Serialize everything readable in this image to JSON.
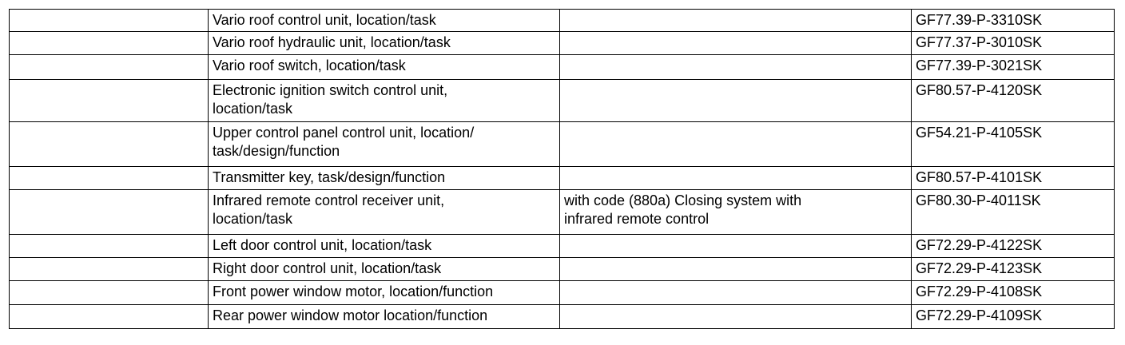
{
  "rows": [
    {
      "col1": "",
      "description": "Vario roof control unit, location/task",
      "condition": "",
      "document": "GF77.39-P-3310SK"
    },
    {
      "col1": "",
      "description": "Vario roof hydraulic unit, location/task",
      "condition": "",
      "document": "GF77.37-P-3010SK"
    },
    {
      "col1": "",
      "description": "Vario roof switch, location/task",
      "condition": "",
      "document": "GF77.39-P-3021SK"
    },
    {
      "col1": "",
      "description": "Electronic ignition switch control unit,\nlocation/task",
      "condition": "",
      "document": "GF80.57-P-4120SK"
    },
    {
      "col1": "",
      "description": "Upper control panel control unit, location/\ntask/design/function",
      "condition": "",
      "document": "GF54.21-P-4105SK"
    },
    {
      "col1": "",
      "description": "Transmitter key, task/design/function",
      "condition": "",
      "document": "GF80.57-P-4101SK"
    },
    {
      "col1": "",
      "description": "Infrared remote control receiver unit,\nlocation/task",
      "condition": "with code (880a) Closing system with\ninfrared remote control",
      "document": "GF80.30-P-4011SK"
    },
    {
      "col1": "",
      "description": "Left door control unit, location/task",
      "condition": "",
      "document": "GF72.29-P-4122SK"
    },
    {
      "col1": "",
      "description": "Right door control unit, location/task",
      "condition": "",
      "document": "GF72.29-P-4123SK"
    },
    {
      "col1": "",
      "description": "Front power window motor, location/function",
      "condition": "",
      "document": "GF72.29-P-4108SK"
    },
    {
      "col1": "",
      "description": "Rear power window motor location/function",
      "condition": "",
      "document": "GF72.29-P-4109SK"
    }
  ]
}
